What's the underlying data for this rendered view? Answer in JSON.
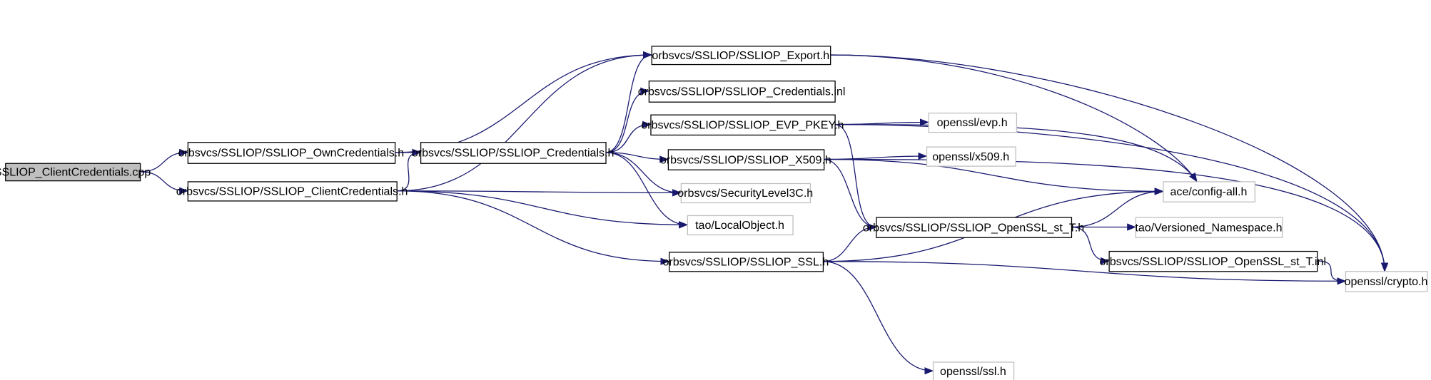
{
  "colors": {
    "edge": "#191970",
    "root_fill": "#bfbfbf",
    "documented_border": "#000000",
    "external_border": "#bfbfbf"
  },
  "nodes": [
    {
      "id": "root",
      "label": "SSLIOP_ClientCredentials.cpp",
      "kind": "root"
    },
    {
      "id": "own",
      "label": "orbsvcs/SSLIOP/SSLIOP_OwnCredentials.h",
      "kind": "documented"
    },
    {
      "id": "client",
      "label": "orbsvcs/SSLIOP/SSLIOP_ClientCredentials.h",
      "kind": "documented"
    },
    {
      "id": "cred",
      "label": "orbsvcs/SSLIOP/SSLIOP_Credentials.h",
      "kind": "documented"
    },
    {
      "id": "export",
      "label": "orbsvcs/SSLIOP/SSLIOP_Export.h",
      "kind": "documented"
    },
    {
      "id": "credinl",
      "label": "orbsvcs/SSLIOP/SSLIOP_Credentials.inl",
      "kind": "documented"
    },
    {
      "id": "evp",
      "label": "orbsvcs/SSLIOP/SSLIOP_EVP_PKEY.h",
      "kind": "documented"
    },
    {
      "id": "x509",
      "label": "orbsvcs/SSLIOP/SSLIOP_X509.h",
      "kind": "documented"
    },
    {
      "id": "secl3",
      "label": "orbsvcs/SecurityLevel3C.h",
      "kind": "external"
    },
    {
      "id": "localobj",
      "label": "tao/LocalObject.h",
      "kind": "external"
    },
    {
      "id": "ssl",
      "label": "orbsvcs/SSLIOP/SSLIOP_SSL.h",
      "kind": "documented"
    },
    {
      "id": "evph",
      "label": "openssl/evp.h",
      "kind": "external"
    },
    {
      "id": "x509h",
      "label": "openssl/x509.h",
      "kind": "external"
    },
    {
      "id": "config",
      "label": "ace/config-all.h",
      "kind": "external"
    },
    {
      "id": "stt",
      "label": "orbsvcs/SSLIOP/SSLIOP_OpenSSL_st_T.h",
      "kind": "documented"
    },
    {
      "id": "versioned",
      "label": "tao/Versioned_Namespace.h",
      "kind": "external"
    },
    {
      "id": "sttinl",
      "label": "orbsvcs/SSLIOP/SSLIOP_OpenSSL_st_T.inl",
      "kind": "documented"
    },
    {
      "id": "crypto",
      "label": "openssl/crypto.h",
      "kind": "external"
    },
    {
      "id": "sslh",
      "label": "openssl/ssl.h",
      "kind": "external"
    }
  ],
  "edges": [
    [
      "root",
      "own"
    ],
    [
      "root",
      "client"
    ],
    [
      "own",
      "cred"
    ],
    [
      "own",
      "export"
    ],
    [
      "client",
      "cred"
    ],
    [
      "client",
      "export"
    ],
    [
      "client",
      "secl3"
    ],
    [
      "client",
      "localobj"
    ],
    [
      "client",
      "ssl"
    ],
    [
      "cred",
      "export"
    ],
    [
      "cred",
      "credinl"
    ],
    [
      "cred",
      "evp"
    ],
    [
      "cred",
      "x509"
    ],
    [
      "cred",
      "secl3"
    ],
    [
      "cred",
      "localobj"
    ],
    [
      "export",
      "config"
    ],
    [
      "export",
      "crypto"
    ],
    [
      "evp",
      "evph"
    ],
    [
      "evp",
      "config"
    ],
    [
      "evp",
      "stt"
    ],
    [
      "evp",
      "crypto"
    ],
    [
      "x509",
      "x509h"
    ],
    [
      "x509",
      "config"
    ],
    [
      "x509",
      "stt"
    ],
    [
      "x509",
      "crypto"
    ],
    [
      "stt",
      "config"
    ],
    [
      "stt",
      "versioned"
    ],
    [
      "stt",
      "sttinl"
    ],
    [
      "ssl",
      "stt"
    ],
    [
      "ssl",
      "config"
    ],
    [
      "ssl",
      "crypto"
    ],
    [
      "ssl",
      "sslh"
    ],
    [
      "sttinl",
      "crypto"
    ]
  ]
}
